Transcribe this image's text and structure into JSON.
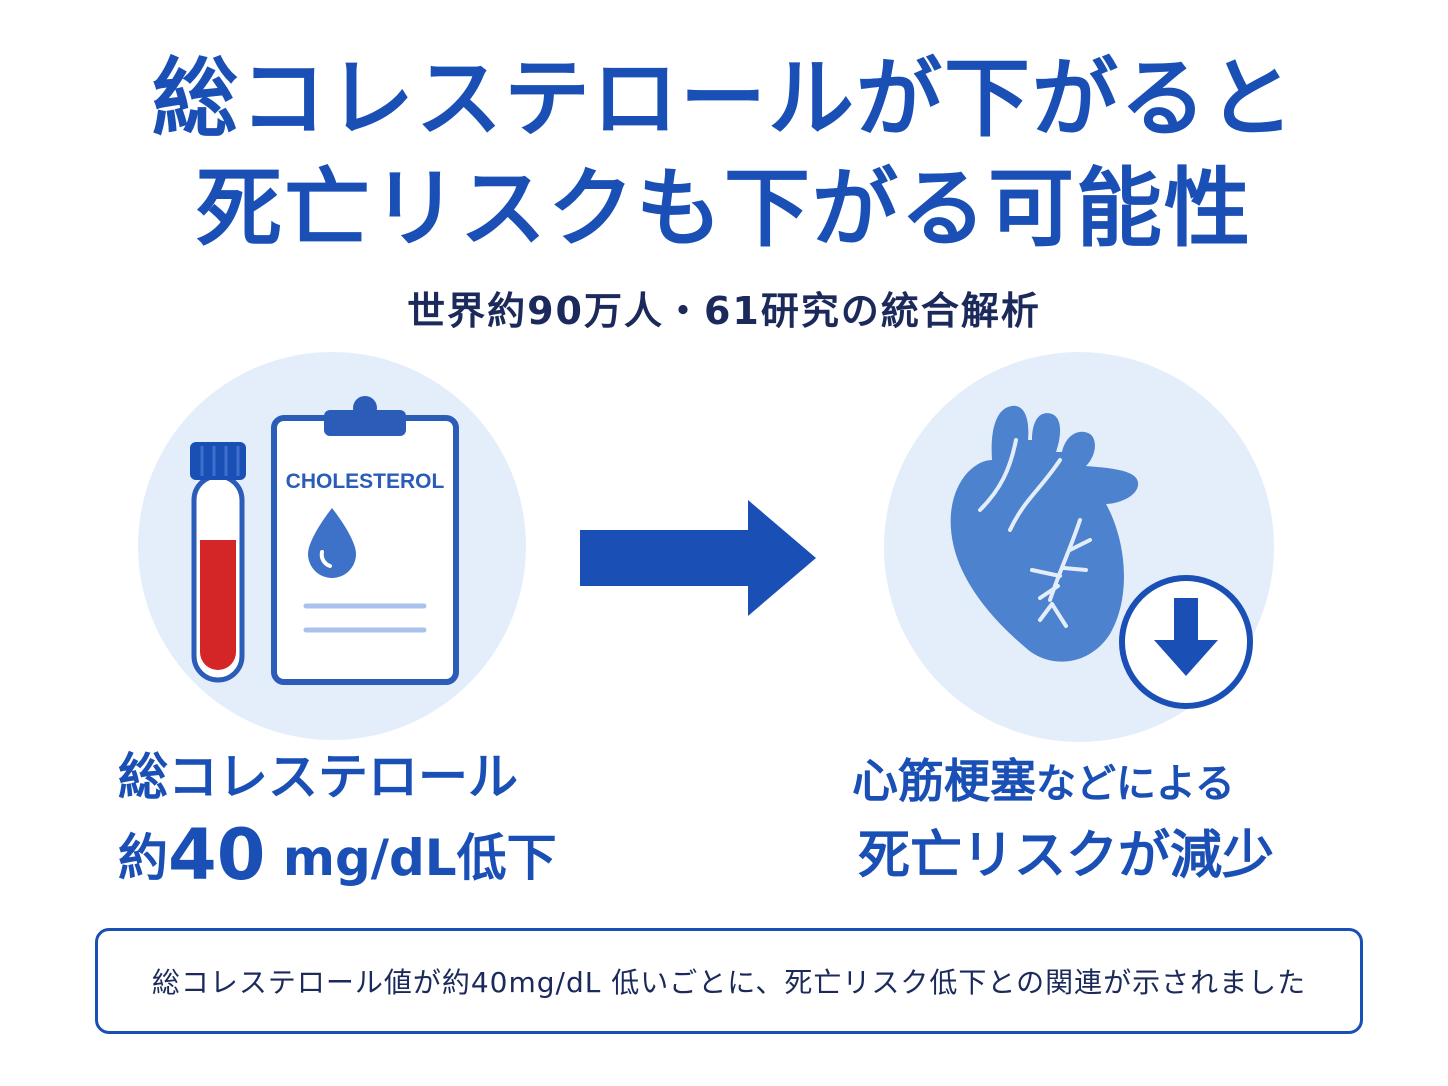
{
  "title": {
    "line1": "総コレステロールが下がると",
    "line2": "死亡リスクも下がる可能性"
  },
  "subtitle": "世界約90万人・61研究の統合解析",
  "left_panel": {
    "clipboard_text": "CHOLESTEROL",
    "label_line1": "総コレステロール",
    "label_prefix": "約",
    "label_number": "40",
    "label_unit": "mg/dL",
    "label_suffix": "低下",
    "icons": [
      "test-tube-icon",
      "clipboard-icon",
      "drop-icon"
    ]
  },
  "right_panel": {
    "label_strong": "心筋梗塞",
    "label_rest": "などによる",
    "label_line2": "死亡リスクが減少",
    "icons": [
      "heart-icon",
      "down-arrow-icon"
    ]
  },
  "note": "総コレステロール値が約40mg/dL 低いごとに、死亡リスク低下との関連が示されました",
  "colors": {
    "accent": "#1a4fb5",
    "circle_bg": "#e4eefb",
    "blood": "#d42626",
    "heart": "#4d82cf"
  }
}
